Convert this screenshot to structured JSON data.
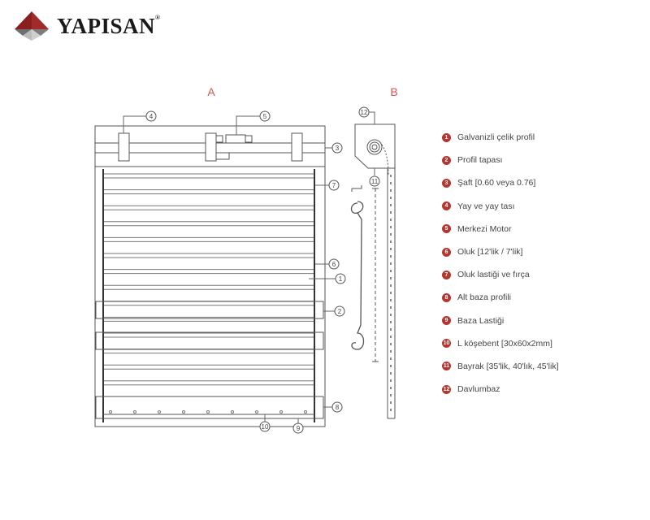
{
  "brand": {
    "name": "YAPISAN",
    "reg": "®",
    "colors": {
      "red": "#8b1f1f",
      "gray": "#7a7a7a",
      "light": "#bdbdbd"
    }
  },
  "views": {
    "a": "A",
    "b": "B",
    "accent": "#d9534f"
  },
  "callouts": {
    "c1": "1",
    "c2": "2",
    "c3": "3",
    "c4": "4",
    "c5": "5",
    "c6": "6",
    "c7": "7",
    "c8": "8",
    "c9": "9",
    "c10": "10",
    "c11": "11",
    "c12": "12"
  },
  "legend": [
    {
      "num": "1",
      "label": "Galvanizli çelik profil"
    },
    {
      "num": "2",
      "label": "Profil tapası"
    },
    {
      "num": "3",
      "label": "Şaft [0.60 veya 0.76]"
    },
    {
      "num": "4",
      "label": "Yay ve yay tası"
    },
    {
      "num": "5",
      "label": "Merkezi Motor"
    },
    {
      "num": "6",
      "label": "Oluk [12'lik / 7'lik]"
    },
    {
      "num": "7",
      "label": "Oluk lastiği ve fırça"
    },
    {
      "num": "8",
      "label": "Alt baza profili"
    },
    {
      "num": "9",
      "label": "Baza Lastiği"
    },
    {
      "num": "10",
      "label": "L köşebent [30x60x2mm]"
    },
    {
      "num": "11",
      "label": "Bayrak [35'lik, 40'lık, 45'lik]"
    },
    {
      "num": "12",
      "label": "Davlumbaz"
    }
  ]
}
